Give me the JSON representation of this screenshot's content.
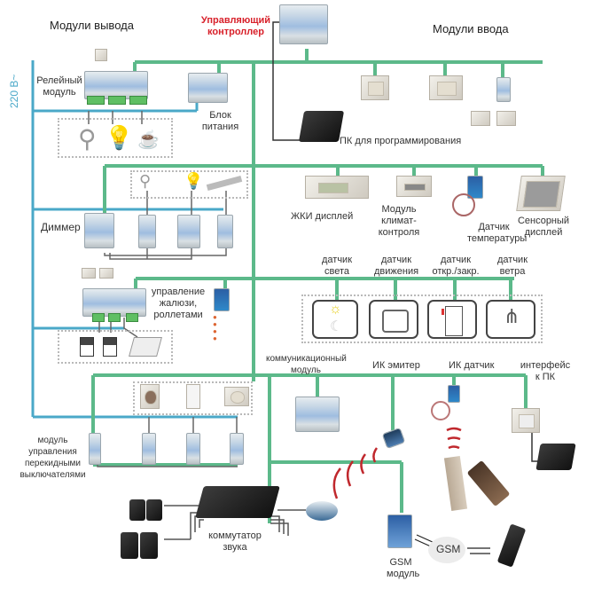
{
  "diagram": {
    "title_outputs": "Модули вывода",
    "title_inputs": "Модули ввода",
    "controller": "Управляющий контроллер",
    "power_line": "220 В~",
    "bus_color": "#5cb98a",
    "power_color": "#4aa8c8",
    "controller_label_color": "#d8202a",
    "labels": {
      "relay_module": "Релейный модуль",
      "power_supply": "Блок питания",
      "pc_programming": "ПК для программирования",
      "lcd_display": "ЖКИ дисплей",
      "climate_module": "Модуль климат-контроля",
      "temp_sensor": "Датчик температуры",
      "touch_display": "Сенсорный дисплей",
      "dimmer": "Диммер",
      "blinds_control": "управление жалюзи, роллетами",
      "light_sensor": "датчик света",
      "motion_sensor": "датчик движения",
      "door_sensor": "датчик откр./закр.",
      "wind_sensor": "датчик ветра",
      "comm_module": "коммуникационный модуль",
      "ir_emitter": "ИК эмитер",
      "ir_sensor": "ИК датчик",
      "pc_interface": "интерфейс к ПК",
      "switch_module": "модуль управления перекидными выключателями",
      "audio_switch": "коммутатор звука",
      "gsm_module": "GSM модуль",
      "gsm_cloud": "GSM"
    }
  }
}
